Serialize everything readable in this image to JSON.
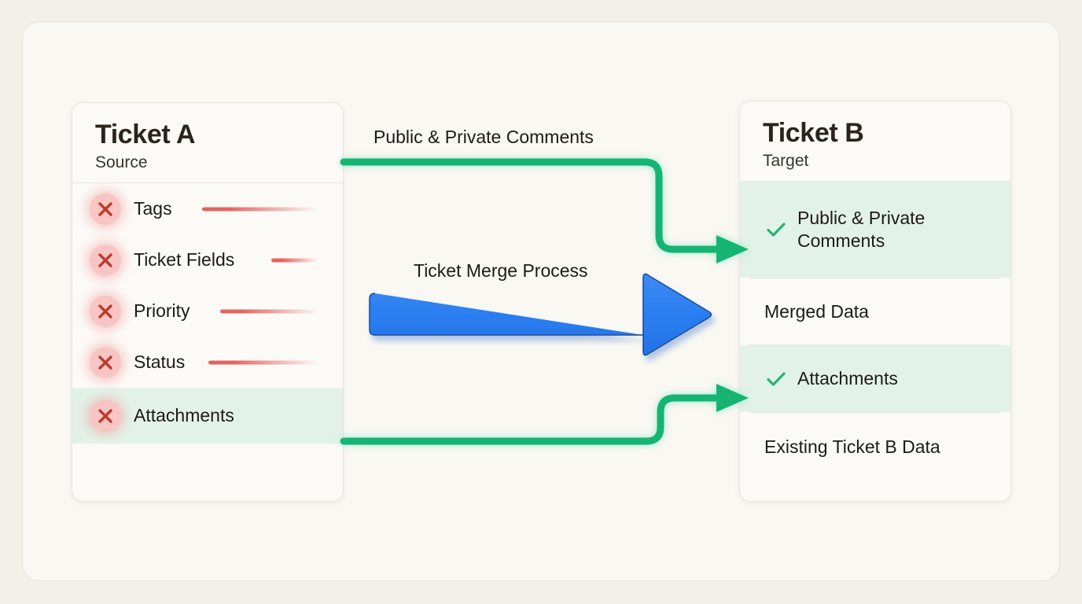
{
  "diagram": {
    "title": "Ticket Merge Process",
    "colors": {
      "background": "#f3f0e9",
      "panel": "#faf8f3",
      "card": "#fbfaf7",
      "green_accent": "#16b472",
      "green_highlight": "#e3f2e9",
      "red_accent": "#c0392b",
      "red_badge": "#f7c6c4",
      "blue_arrow": "#2b7ff0",
      "text": "#1f1a15"
    }
  },
  "source_card": {
    "title": "Ticket A",
    "subtitle": "Source",
    "rows": [
      {
        "label": "Tags",
        "icon": "x-circle-icon",
        "line_length": 148,
        "highlighted": false
      },
      {
        "label": "Ticket Fields",
        "icon": "x-circle-icon",
        "line_length": 60,
        "highlighted": false
      },
      {
        "label": "Priority",
        "icon": "x-circle-icon",
        "line_length": 125,
        "highlighted": false
      },
      {
        "label": "Status",
        "icon": "x-circle-icon",
        "line_length": 140,
        "highlighted": false
      },
      {
        "label": "Attachments",
        "icon": "x-circle-icon",
        "line_length": 0,
        "highlighted": true
      }
    ]
  },
  "target_card": {
    "title": "Ticket B",
    "subtitle": "Target",
    "rows": [
      {
        "label": "Public & Private Comments",
        "icon": "check-icon",
        "highlighted": true
      },
      {
        "label": "Merged Data",
        "icon": "none",
        "highlighted": false
      },
      {
        "label": "Attachments",
        "icon": "check-icon",
        "highlighted": true
      },
      {
        "label": "Existing Ticket B Data",
        "icon": "none",
        "highlighted": false
      }
    ]
  },
  "connectors": [
    {
      "name": "comments-flow",
      "label": "Public & Private Comments",
      "color": "#16b472",
      "from": "Ticket A",
      "to": "Public & Private Comments"
    },
    {
      "name": "attachments-flow",
      "label": "",
      "color": "#16b472",
      "from": "Attachments (Ticket A)",
      "to": "Attachments (Ticket B)"
    }
  ],
  "process_arrow": {
    "label": "Ticket Merge Process",
    "color": "#2b7ff0",
    "direction": "right"
  }
}
